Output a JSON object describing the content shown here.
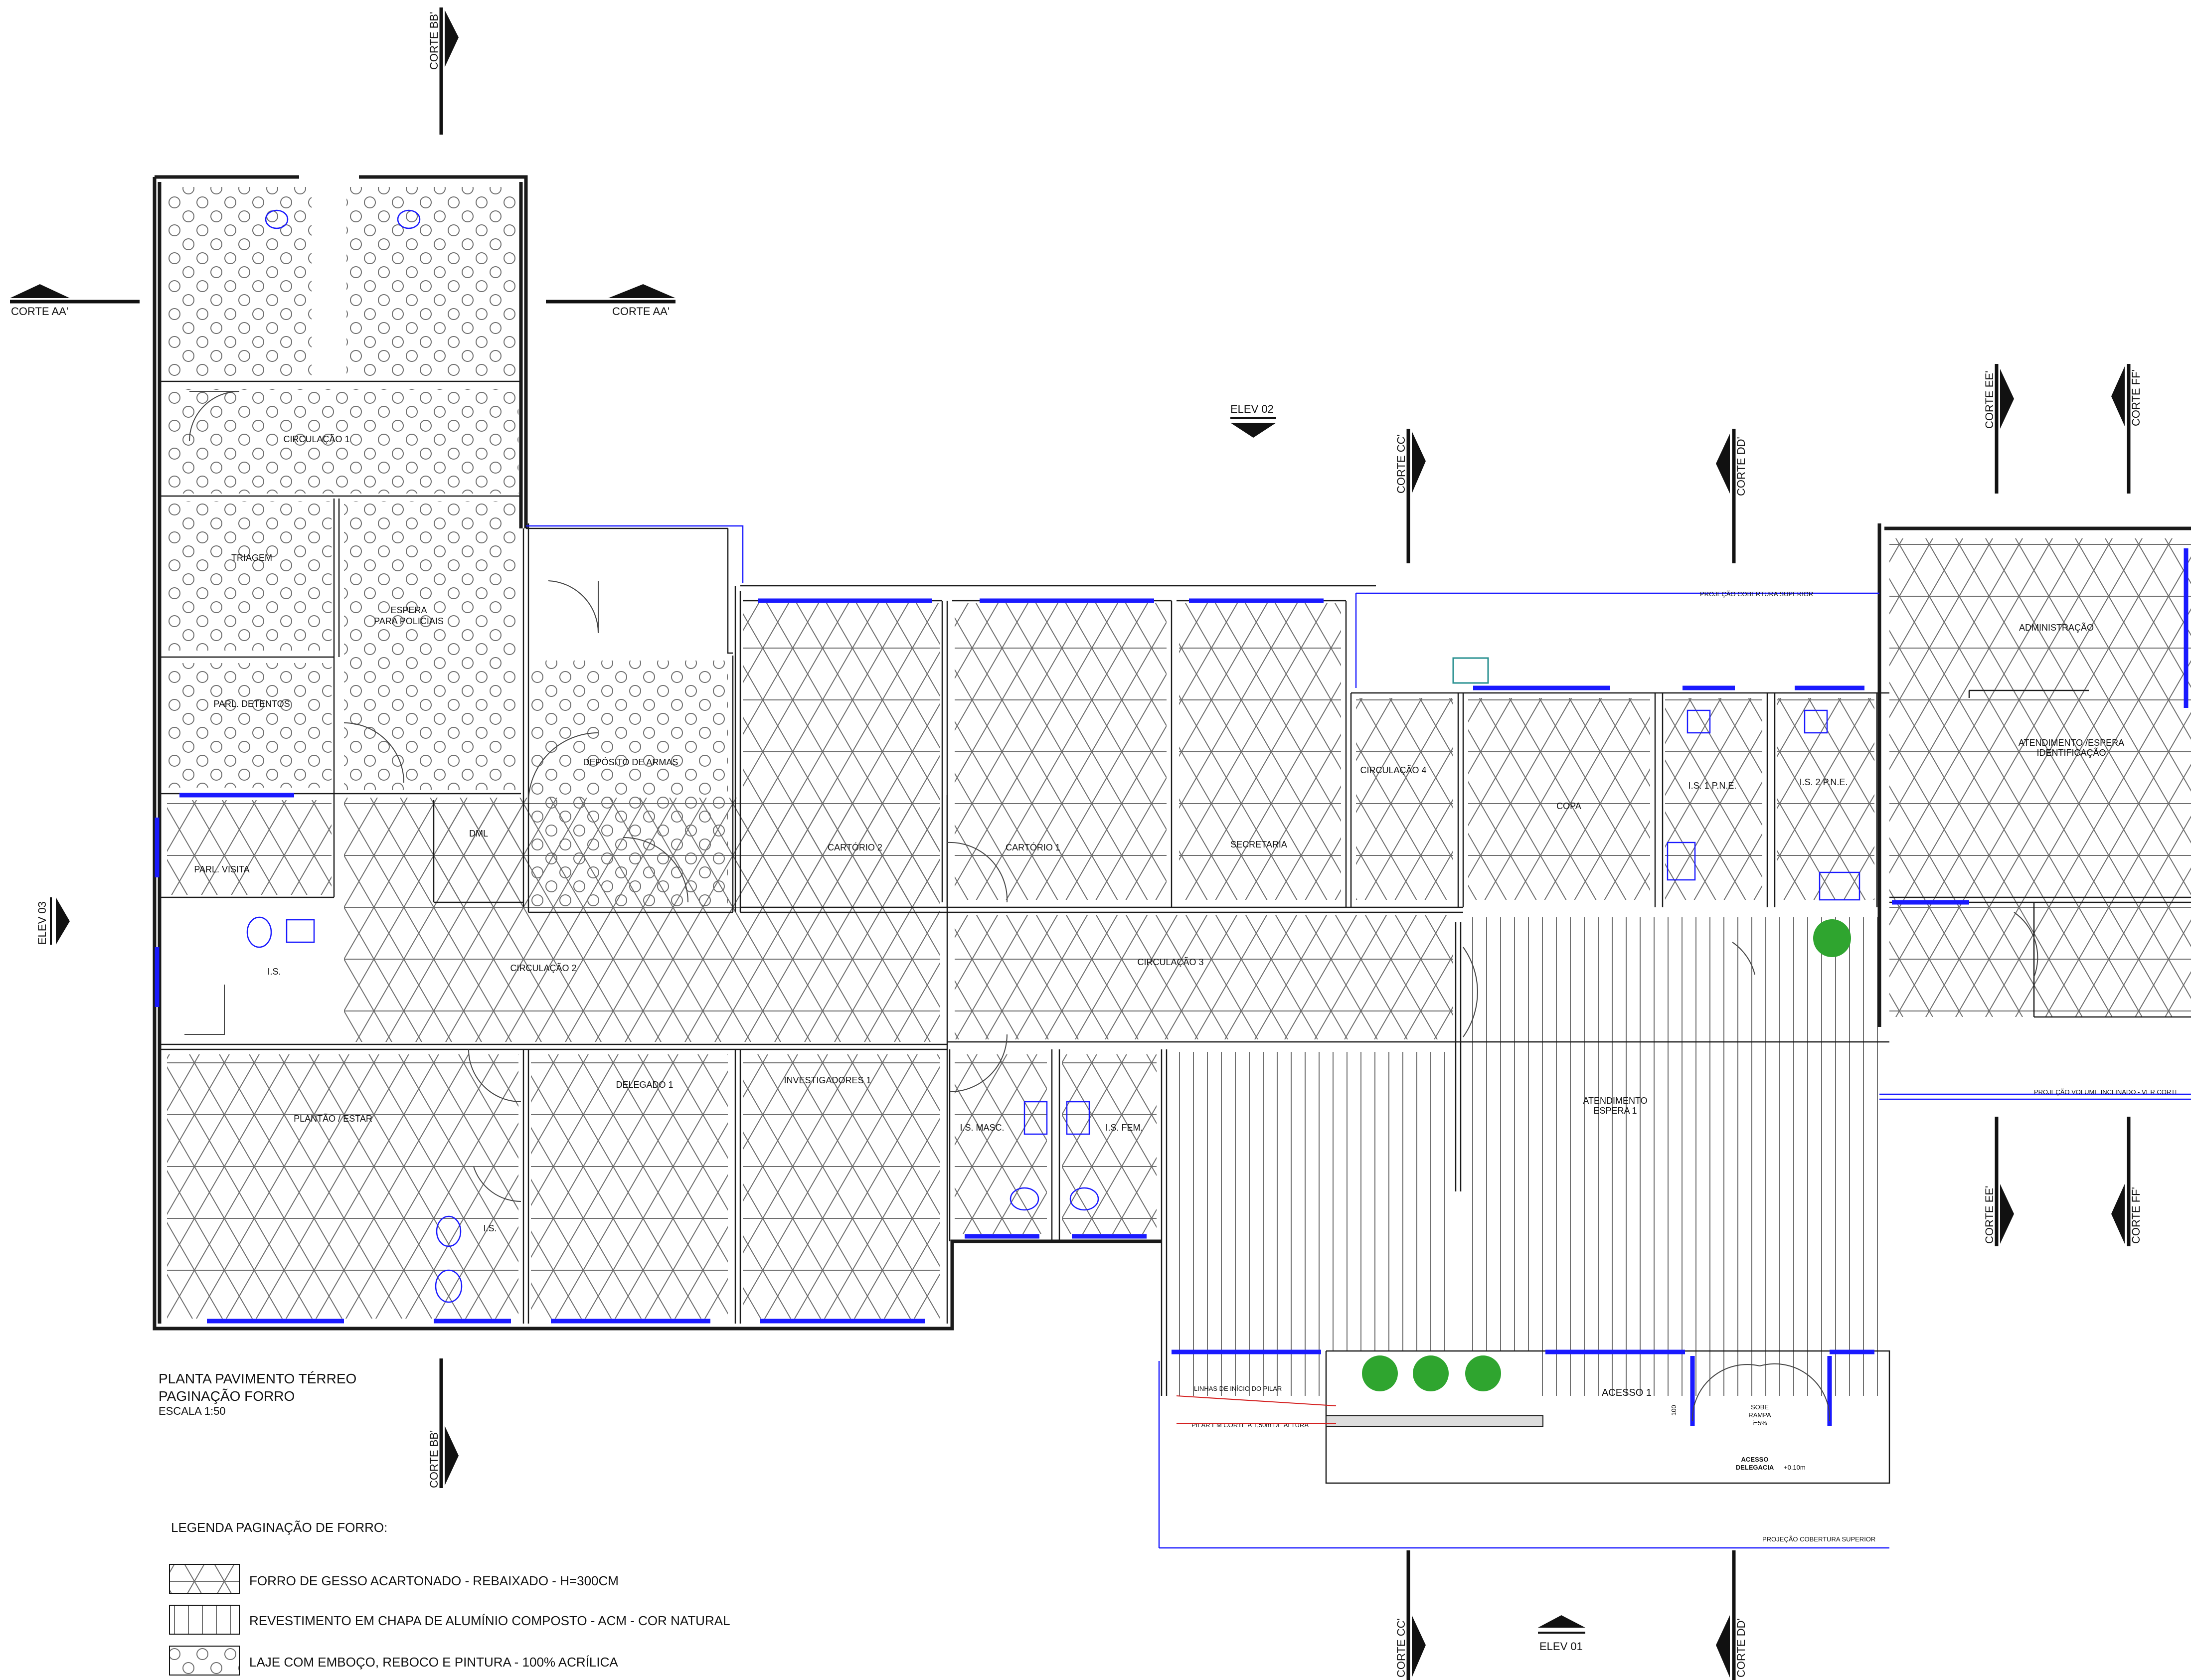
{
  "colors": {
    "wall": "#1a1a1a",
    "fixture_blue": "#1a1aff",
    "annotation_red": "#d42020",
    "ceiling_pattern": "#707070",
    "green_plant": "#2fa52f"
  },
  "title": {
    "line1": "PLANTA PAVIMENTO TÉRREO",
    "line2": "PAGINAÇÃO FORRO",
    "scale": "ESCALA 1:50"
  },
  "legend": {
    "title": "LEGENDA PAGINAÇÃO DE FORRO:",
    "items": [
      {
        "pattern": "triangular-lattice",
        "label": "FORRO DE GESSO ACARTONADO  - REBAIXADO - H=300CM"
      },
      {
        "pattern": "vertical-lines",
        "label": "REVESTIMENTO EM CHAPA DE ALUMÍNIO COMPOSTO - ACM - COR NATURAL"
      },
      {
        "pattern": "circles",
        "label": "LAJE COM EMBOÇO, REBOCO E PINTURA - 100% ACRÍLICA"
      }
    ]
  },
  "section_marks": {
    "aa_left": "CORTE AA'",
    "aa_right": "CORTE AA'",
    "bb_top": "CORTE BB'",
    "bb_bottom": "CORTE BB'",
    "cc_top": "CORTE CC'",
    "cc_bottom": "CORTE CC'",
    "dd_top": "CORTE DD'",
    "dd_bottom": "CORTE DD'",
    "ee_top": "CORTE EE'",
    "ee_bottom": "CORTE EE'",
    "ff_top": "CORTE FF'",
    "ff_bottom": "CORTE FF'",
    "elev01": "ELEV 01",
    "elev02": "ELEV 02",
    "elev03": "ELEV 03"
  },
  "rooms": {
    "circulacao1": "CIRCULAÇÃO 1",
    "triagem": "TRIAGEM",
    "espera_policiais": [
      "ESPERA",
      "PARA POLICIAIS"
    ],
    "parl_detentos": "PARL. DETENTOS",
    "parl_visita": "PARL. VISITA",
    "is_left": "I.S.",
    "dml": "DML",
    "deposito": "DEPÓSITO DE ARMAS",
    "circulacao2": "CIRCULAÇÃO 2",
    "plantao": "PLANTÃO / ESTAR",
    "is_mid": "I.S.",
    "delegado": "DELEGADO 1",
    "investigadores": "INVESTIGADORES 1",
    "cartorio2": "CARTÓRIO 2",
    "cartorio1": "CARTÓRIO 1",
    "secretaria": "SECRETARIA",
    "circulacao3": "CIRCULAÇÃO 3",
    "is_masc": "I.S. MASC.",
    "is_fem": "I.S. FEM.",
    "circulacao4": "CIRCULAÇÃO 4",
    "copa": "COPA",
    "is1_pne": "I.S. 1 P.N.E.",
    "is2_pne": "I.S. 2 P.N.E.",
    "administracao": "ADMINISTRAÇÃO",
    "atend_ident": [
      "ATENDIMENTO /ESPERA",
      "IDENTIFICAÇÃO"
    ],
    "atend_espera": [
      "ATENDIMENTO",
      "ESPERA 1"
    ],
    "acesso1": "ACESSO 1"
  },
  "notes": {
    "projecao_top": "PROJEÇÃO COBERTURA SUPERIOR",
    "projecao_bottom": "PROJEÇÃO COBERTURA SUPERIOR",
    "projecao_inclinado": "PROJEÇÃO VOLUME INCLINADO - VER CORTE",
    "linhas_pilar": "LINHAS DE INÍCIO DO PILAR",
    "pilar_corte": "PILAR EM CORTE A 1,50m DE ALTURA",
    "sobe_rampa": [
      "SOBE",
      "RAMPA",
      "i=5%"
    ],
    "acesso_delegacia": [
      "ACESSO",
      "DELEGACIA"
    ],
    "level": "+0.10m",
    "dim_100": "100"
  }
}
